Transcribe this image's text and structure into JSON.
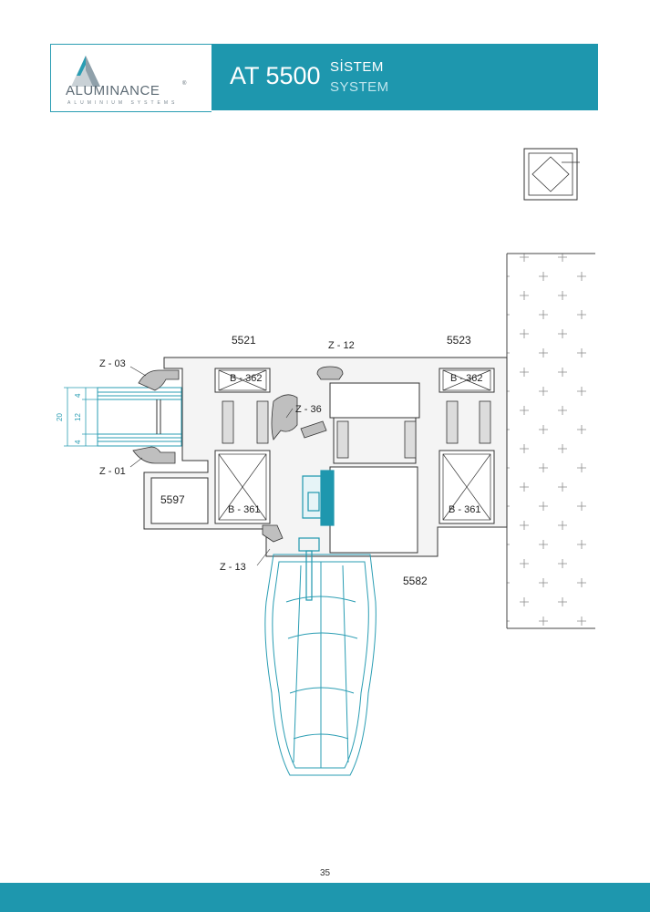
{
  "brand": {
    "name": "ALUMINANCE",
    "registered": "®",
    "tagline": "ALUMINIUM SYSTEMS",
    "color": "#1e97ae"
  },
  "header": {
    "title": "AT 5500",
    "subtitle_tr": "SİSTEM",
    "subtitle_en": "SYSTEM"
  },
  "labels": {
    "profile_5521": "5521",
    "profile_5523": "5523",
    "profile_5597": "5597",
    "profile_5582": "5582",
    "z03": "Z - 03",
    "z01": "Z - 01",
    "z12": "Z - 12",
    "z36": "Z - 36",
    "z13": "Z - 13",
    "b362_left": "B - 362",
    "b362_right": "B - 362",
    "b361_left": "B - 361",
    "b361_right": "B - 361"
  },
  "dimensions": {
    "total": "20",
    "top": "4",
    "middle": "12",
    "bottom": "4"
  },
  "page": {
    "number": "35"
  }
}
